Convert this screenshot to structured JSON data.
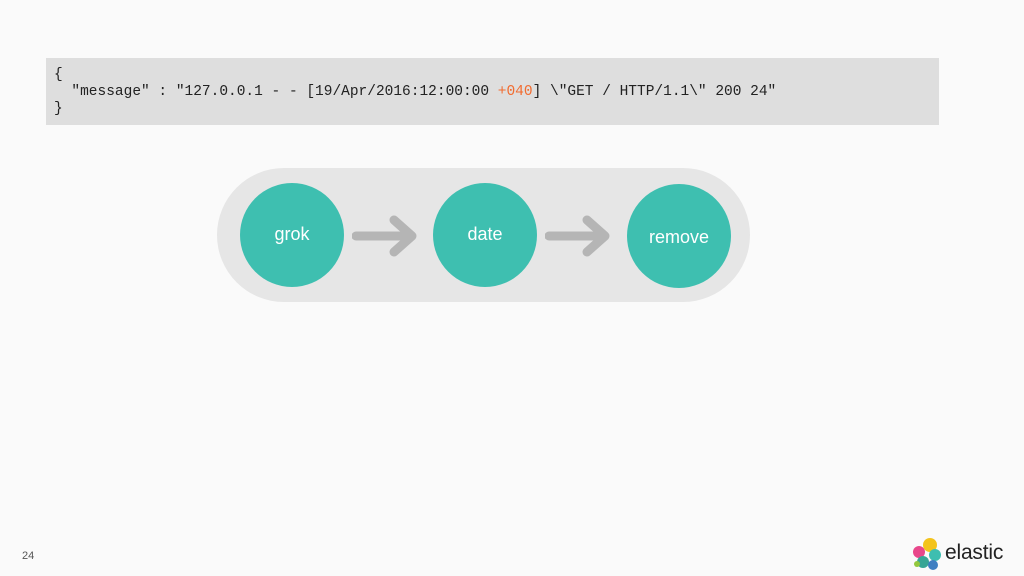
{
  "code": {
    "open_brace": "{",
    "line_prefix": "  \"message\" : \"127.0.0.1 - - [19/Apr/2016:12:00:00 ",
    "line_highlight": "+040",
    "line_suffix": "] \\\"GET / HTTP/1.1\\\" 200 24\"",
    "close_brace": "}"
  },
  "pipeline": {
    "nodes": [
      {
        "label": "grok"
      },
      {
        "label": "date"
      },
      {
        "label": "remove"
      }
    ]
  },
  "colors": {
    "node": "#3ebfb0",
    "highlight": "#f26b2f",
    "arrow": "#b5b5b5",
    "pipeline_bg": "#e6e6e6"
  },
  "footer": {
    "page_number": "24",
    "brand": "elastic"
  }
}
